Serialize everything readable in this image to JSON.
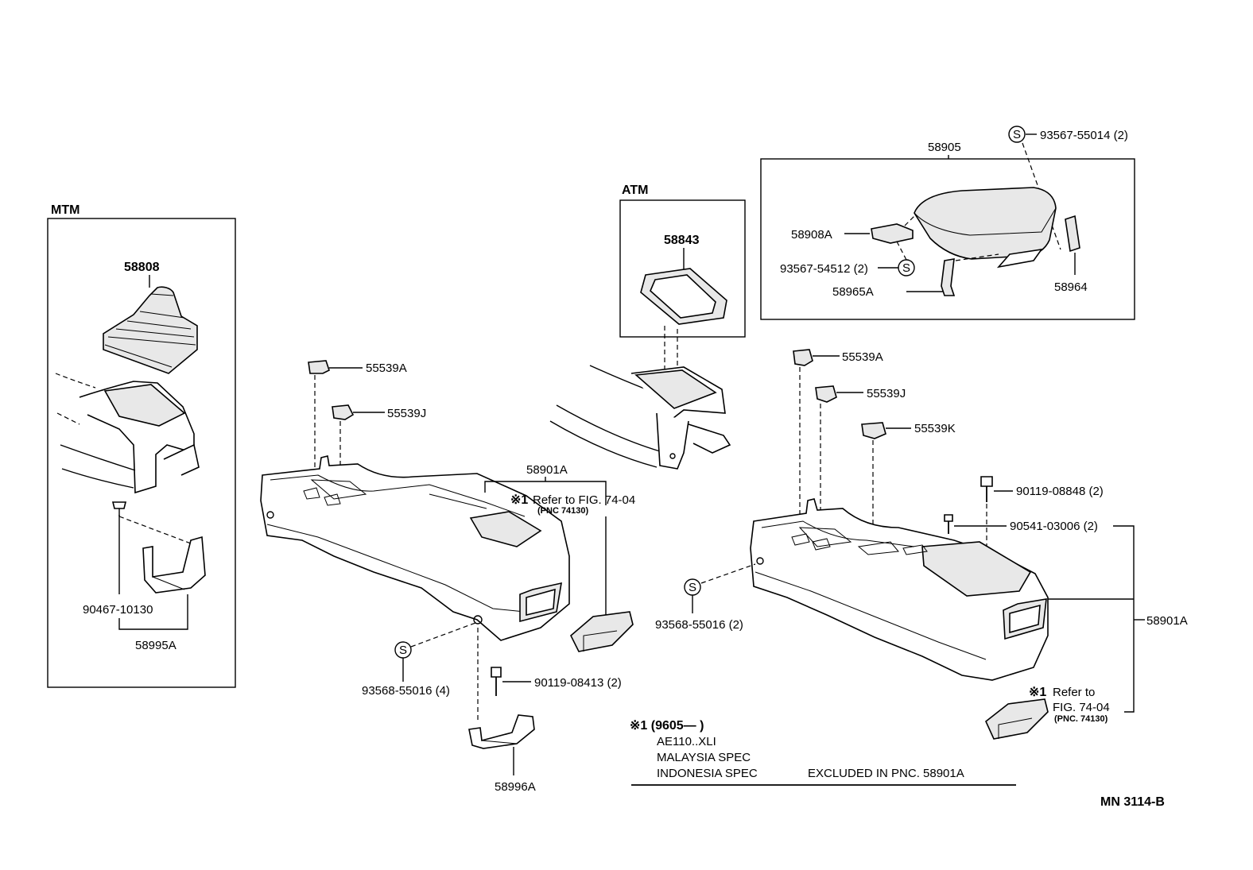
{
  "groups": {
    "mtm": "MTM",
    "atm": "ATM"
  },
  "parts": {
    "p58808": "58808",
    "p90467": "90467-10130",
    "p58995A": "58995A",
    "p55539A_l": "55539A",
    "p55539J_l": "55539J",
    "p58901A_l": "58901A",
    "p93568_l": "93568-55016 (4)",
    "p90119_08413": "90119-08413 (2)",
    "p58996A": "58996A",
    "p58843": "58843",
    "p58905": "58905",
    "p93567_55014": "93567-55014 (2)",
    "p58908A": "58908A",
    "p93567_54512": "93567-54512 (2)",
    "p58965A": "58965A",
    "p58964": "58964",
    "p55539A_r": "55539A",
    "p55539J_r": "55539J",
    "p55539K": "55539K",
    "p90119_08848": "90119-08848 (2)",
    "p90541": "90541-03006 (2)",
    "p93568_r": "93568-55016 (2)",
    "p58901A_r": "58901A"
  },
  "refs": {
    "left_mark": "※1",
    "left_text": "Refer  to  FIG. 74-04",
    "left_pnc": "(PNC 74130)",
    "right_mark": "※1",
    "right_text1": "Refer  to",
    "right_text2": "FIG. 74-04",
    "right_pnc": "(PNC. 74130)"
  },
  "note": {
    "line1": "※1 (9605—          )",
    "line2": "AE110..XLI",
    "line3": "MALAYSIA  SPEC",
    "line4": "INDONESIA  SPEC",
    "line4b": "EXCLUDED  IN  PNC. 58901A"
  },
  "screw_symbol": "S",
  "figure_id": "MN  3114-B"
}
